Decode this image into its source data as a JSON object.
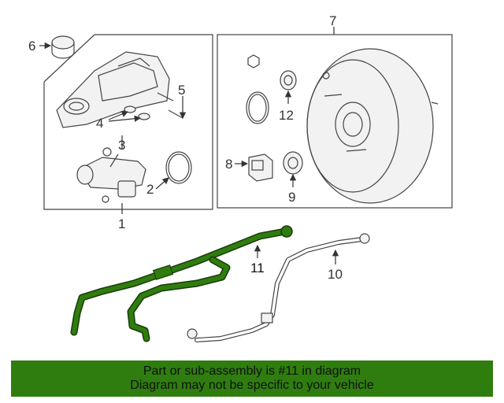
{
  "callouts": {
    "c1": "1",
    "c2": "2",
    "c3": "3",
    "c4": "4",
    "c5": "5",
    "c6": "6",
    "c7": "7",
    "c8": "8",
    "c9": "9",
    "c10": "10",
    "c11": "11",
    "c12": "12"
  },
  "banner": {
    "line1": "Part or sub-assembly is #11 in diagram",
    "line2": "Diagram may not be specific to your vehicle"
  },
  "colors": {
    "highlight": "#2f7d0f",
    "outline": "#444444",
    "banner_bg": "#2f7d0f"
  }
}
